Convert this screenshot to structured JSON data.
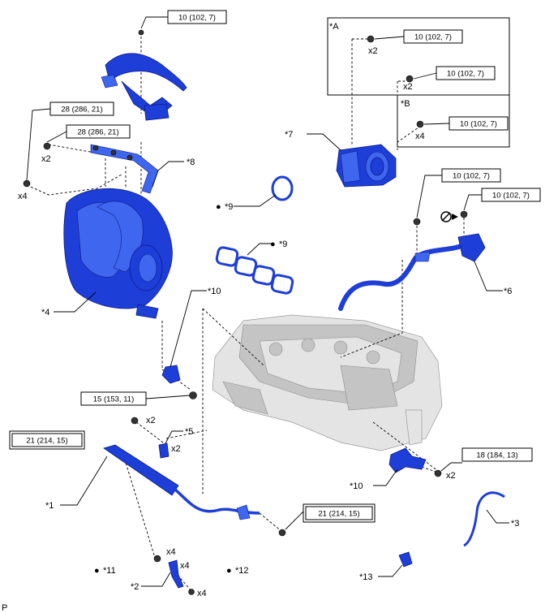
{
  "callouts": {
    "c1": "*1",
    "c2": "*2",
    "c3": "*3",
    "c4": "*4",
    "c5": "*5",
    "c6": "*6",
    "c7": "*7",
    "c8": "*8",
    "c9a": "*9",
    "c9b": "*9",
    "c10a": "*10",
    "c10b": "*10",
    "c11": "*11",
    "c12": "*12",
    "c13": "*13",
    "cA": "*A",
    "cB": "*B"
  },
  "torques": {
    "t_top": "10 (102, 7)",
    "t_a1": "10 (102, 7)",
    "t_a2": "10 (102, 7)",
    "t_b": "10 (102, 7)",
    "t_28a": "28 (286, 21)",
    "t_28b": "28 (286, 21)",
    "t_r1": "10 (102, 7)",
    "t_r2": "10 (102, 7)",
    "t_15": "15 (153, 11)",
    "t_21a": "21 (214, 15)",
    "t_21b": "21 (214, 15)",
    "t_18": "18 (184, 13)"
  },
  "quantities": {
    "q_a1": "x2",
    "q_a2": "x2",
    "q_b": "x4",
    "q_28": "x2",
    "q_x4left": "x4",
    "q_5": "x2",
    "q_bolt21": "x2",
    "q_18": "x2",
    "q_11": "x4",
    "q_2": "x4",
    "q_12": "x4"
  },
  "markers": {
    "bullet": "●"
  },
  "footer_code": "P"
}
